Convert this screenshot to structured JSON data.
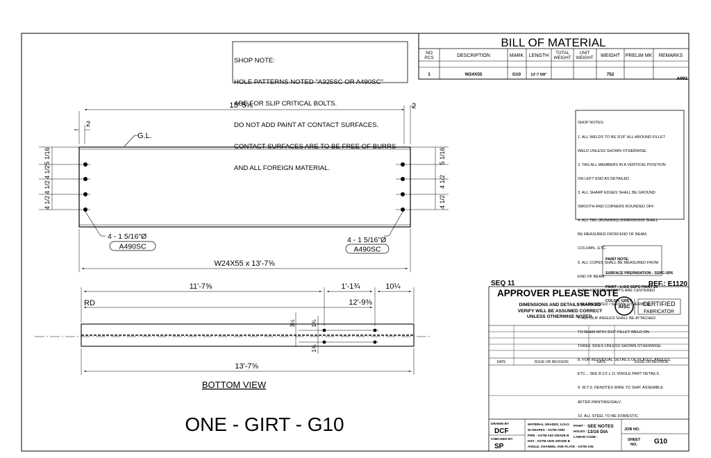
{
  "shop_note": {
    "lines": [
      "SHOP NOTE:",
      "HOLE PATTERNS NOTED \"A325SC OR A490SC\"",
      "ARE FOR SLIP CRITICAL BOLTS.",
      "DO NOT ADD PAINT AT CONTACT SURFACES.",
      "CONTACT SURFACES ARE TO BE FREE OF BURRS",
      "AND ALL FOREIGN MATERIAL."
    ]
  },
  "bill": {
    "title": "BILL OF MATERIAL",
    "headers": [
      "NO PCS",
      "DESCRIPTION",
      "MARK",
      "LENGTH",
      "TOTAL WEIGHT",
      "UNIT WEIGHT",
      "WEIGHT",
      "PRELIM MK",
      "REMARKS"
    ],
    "row": {
      "pcs": "1",
      "description": "W24X55",
      "mark": "G10",
      "length": "13'-7 5/8\"",
      "total_weight": "",
      "unit_weight": "",
      "weight": "752",
      "prelim": "",
      "remarks": "A992"
    }
  },
  "elevation": {
    "overall": "13'-5⅝",
    "left_setback": "2",
    "right_setback": "2",
    "gl": "G.L.",
    "left_dims": [
      "5 1/16",
      "4 1/2",
      "4 1/2",
      "4 1/2"
    ],
    "right_dims": [
      "5 1/16",
      "4 1/2",
      "4 1/2"
    ],
    "hole_callout": "4 - 1 5/16\"Ø",
    "bolt_type": "A490SC",
    "member_size": "W24X55 x 13'-7⅝"
  },
  "bottom_view": {
    "dim_a": "11'-7⅝",
    "dim_b": "1'-1¾",
    "dim_c": "10¼",
    "dim_d": "12'-9⅜",
    "rd": "RD",
    "gauge_a": "3½",
    "gauge_b": "1¾",
    "gauge_c": "1¾",
    "overall": "13'-7⅝",
    "label": "BOTTOM VIEW"
  },
  "shop_notes": {
    "lines": [
      "SHOP NOTES:",
      "1. ALL WELDS TO BE 3/16\" ALL AROUND FILLET",
      "    WELD UNLESS SHOWN OTHERWISE.",
      "2. TAG ALL MEMBERS IN A VERTICAL POSITION",
      "    ON LEFT END AS DETAILED.",
      "3. ALL SHARP EDGES SHALL BE GROUND",
      "    SMOOTH AND CORNERS ROUNDED OFF.",
      "4. ALL TAIL (RUNNING) DIMENSIONS SHALL",
      "    BE MEASURED FROM END OF BEAM,",
      "    COLUMN., ETC.",
      "5. ALL COPES SHALL BE MEASURED FROM",
      "    END OF BEAM.",
      "6. ALL ASSEMBLY PARTS ARE CENTERED",
      "    UNLESS NOTED / SHOWN OTHERWISE.",
      "7. ALL CLIP ANGLES SHALL BE ATTACHED",
      "    TO BEAM WITH 3/16\" FILLET WELD ON",
      "    THREE SIDES UNLESS SHOWN OTHERWISE.",
      "8. FOR INDIVIDUAL DETAILS OF PLATES, ANGLES,",
      "    ETC... SEE 8-1/2 x 11 SINGLE PART DETAILS.",
      "9. W.T.S. DENOTES WIRE TO SHIP. ASSEMBLE",
      "    AFTER PAINTING/GALV.",
      "10. ALL STEEL TO BE DOMESTIC."
    ]
  },
  "paint_note": {
    "lines": [
      "PAINT NOTE:",
      "SURFACE PREPARATION - SSPC-SP6",
      "PAINT -  1-S/C SSPC  PAINT 25",
      "COLOR: GREY"
    ]
  },
  "title_block": {
    "seq": "SEQ 11",
    "ref": "REF.:  E1120",
    "approver_title": "APPROVER PLEASE NOTE",
    "approver_lines": [
      "DIMENSIONS AND DETAILS MARKED",
      "VERIFY WILL BE ASSUMED CORRECT",
      "UNLESS OTHERWISE  NOTED."
    ],
    "logo_text": "AISC",
    "certified": "CERTIFIED",
    "fabricator": "FABRICATOR",
    "date_label": "DATE",
    "issue_label": "ISSUE OR REVISION",
    "drawn_by_label": "DRAWN BY",
    "drawn_by": "DCF",
    "checked_by_label": "CHECKED BY",
    "checked_by": "SP",
    "material_grades": [
      "MATERIAL GRADES, U.N.O.",
      "W-SHAPES - ASTM A992",
      "PIPE - ASTM A53 GRADE B",
      "HSS - ASTM A500 GRADE B",
      "ANGLE, CHANNEL AND PLATE - ASTM A36"
    ],
    "paint_label": "PAINT -",
    "paint_value": "SEE NOTES",
    "holes_label": "HOLES -",
    "holes_value": "13/16 DIA",
    "labor_label": "LABOR CODE -",
    "job_no_label": "JOB NO.",
    "sheet_no_label": "SHEET NO.",
    "sheet_no": "G10"
  },
  "drawing_title": "ONE - GIRT - G10"
}
